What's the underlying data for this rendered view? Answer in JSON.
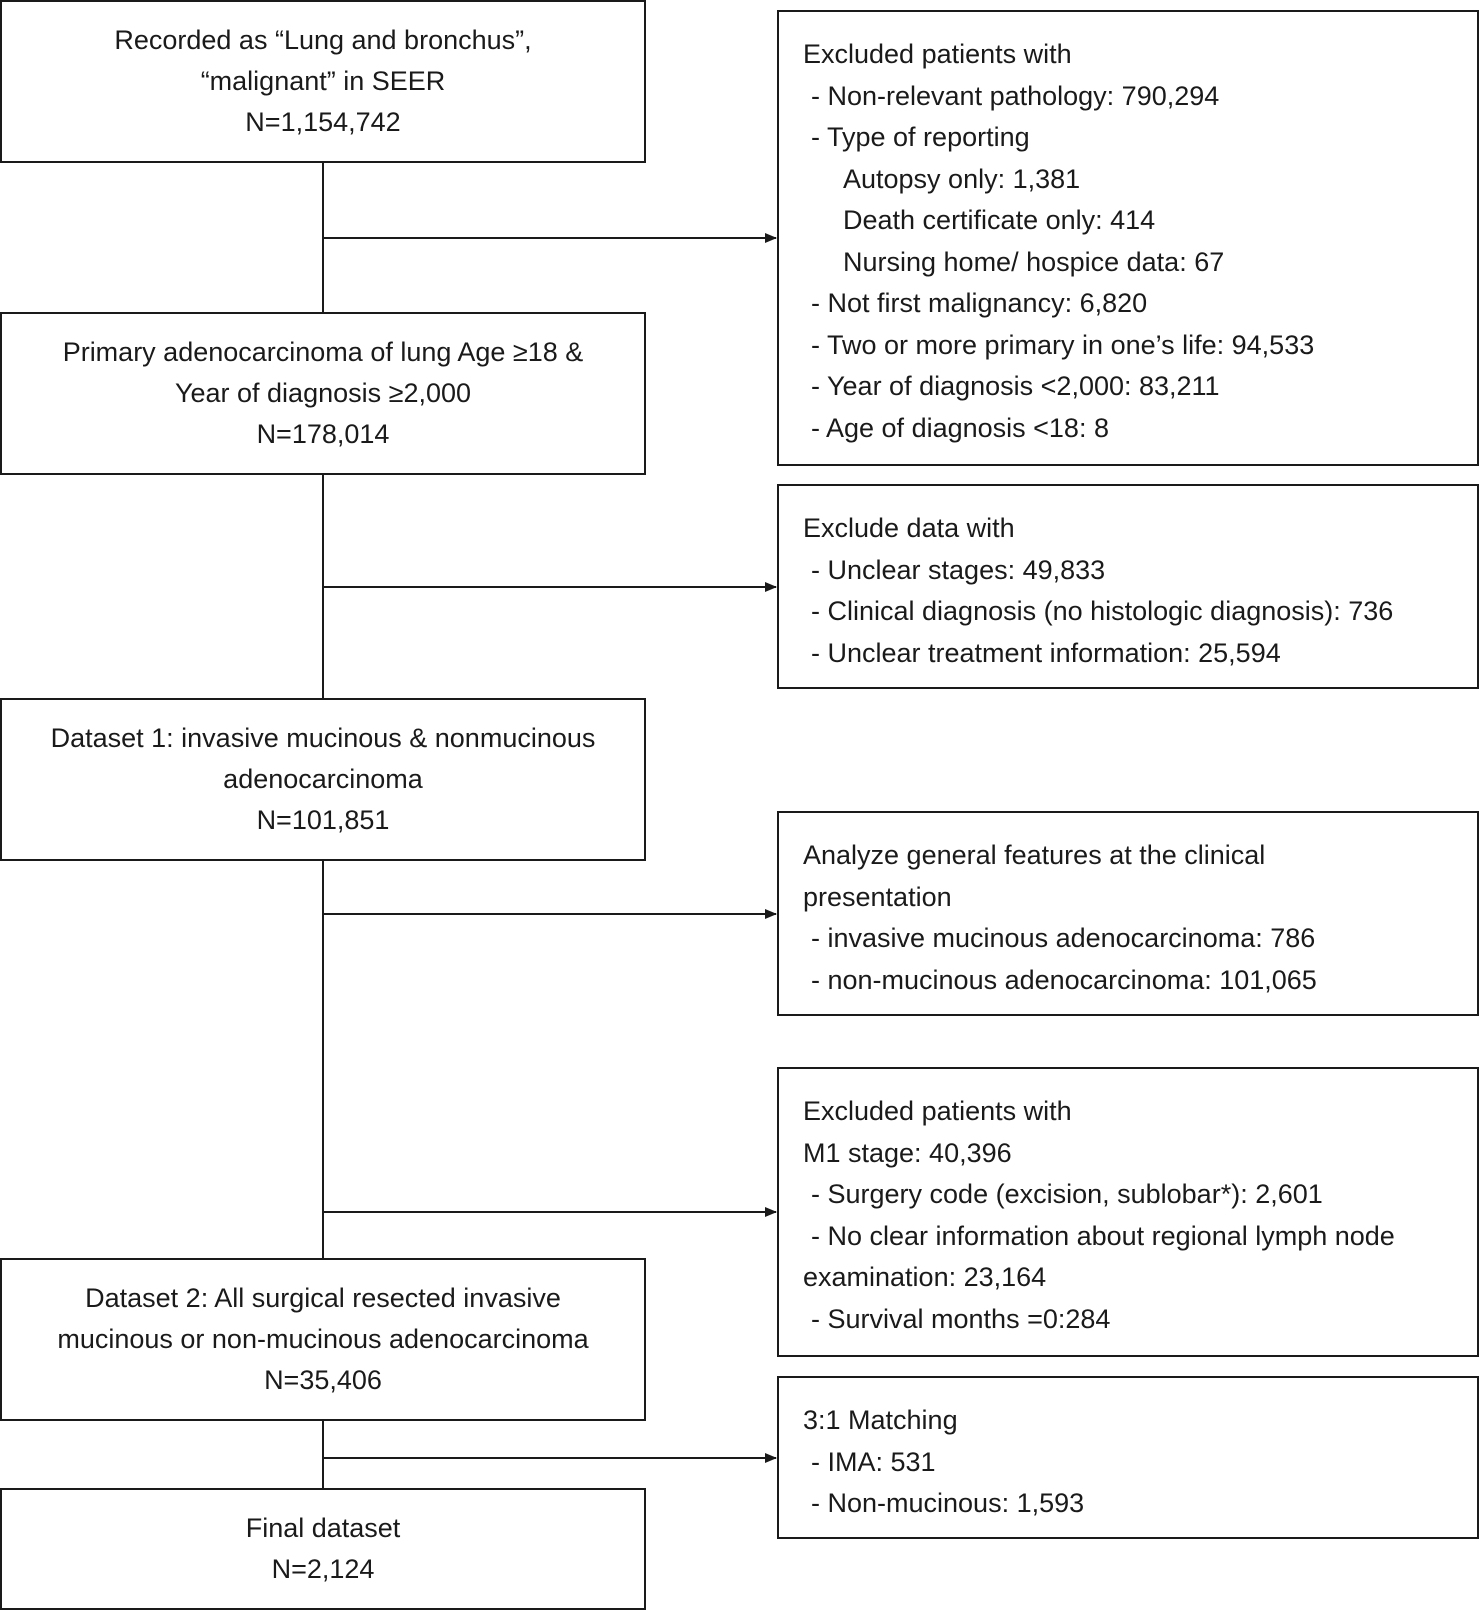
{
  "flowchart": {
    "main_boxes": [
      {
        "lines": [
          "Recorded as “Lung and bronchus”,",
          "“malignant” in SEER",
          "N=1,154,742"
        ]
      },
      {
        "lines": [
          "Primary adenocarcinoma of lung Age ≥18 &",
          "Year of diagnosis ≥2,000",
          "N=178,014"
        ]
      },
      {
        "lines": [
          "Dataset 1: invasive mucinous & nonmucinous",
          "adenocarcinoma",
          "N=101,851"
        ]
      },
      {
        "lines": [
          "Dataset 2: All surgical resected invasive",
          "mucinous or non-mucinous adenocarcinoma",
          "N=35,406"
        ]
      },
      {
        "lines": [
          "Final dataset",
          "N=2,124"
        ]
      }
    ],
    "side_boxes": [
      {
        "lines": [
          "Excluded patients with",
          "- Non-relevant pathology: 790,294",
          "- Type of reporting",
          "Autopsy only: 1,381",
          "Death certificate only: 414",
          "Nursing home/ hospice data: 67",
          "- Not first malignancy: 6,820",
          "- Two or more primary in one’s life: 94,533",
          "- Year of diagnosis <2,000: 83,211",
          "- Age of diagnosis <18: 8"
        ]
      },
      {
        "lines": [
          "Exclude data with",
          "- Unclear stages: 49,833",
          "- Clinical diagnosis (no histologic diagnosis): 736",
          "- Unclear treatment information: 25,594"
        ]
      },
      {
        "lines": [
          "Analyze general features at the clinical",
          "presentation",
          "- invasive mucinous adenocarcinoma: 786",
          "- non-mucinous adenocarcinoma: 101,065"
        ]
      },
      {
        "lines": [
          "Excluded patients with",
          "M1 stage: 40,396",
          "- Surgery code (excision, sublobar*): 2,601",
          "- No clear information about regional lymph node",
          "examination: 23,164",
          "- Survival months =0:284"
        ]
      },
      {
        "lines": [
          "3:1 Matching",
          "- IMA: 531",
          "- Non-mucinous: 1,593"
        ]
      }
    ]
  }
}
